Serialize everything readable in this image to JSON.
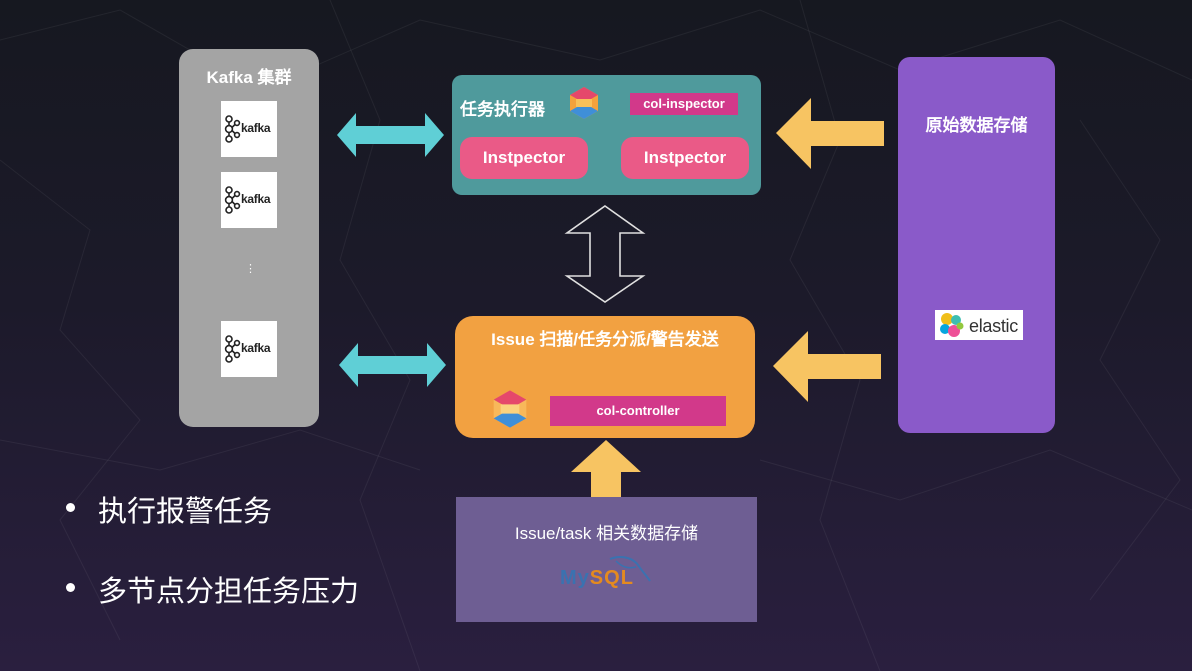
{
  "kafka_cluster": {
    "title": "Kafka 集群",
    "logo_text": "kafka",
    "ellipsis": "⋮"
  },
  "executor": {
    "title": "任务执行器",
    "tag": "col-inspector",
    "workers": [
      "Instpector",
      "Instpector"
    ]
  },
  "issue_service": {
    "title": "Issue 扫描/任务分派/警告发送",
    "tag": "col-controller"
  },
  "raw_storage": {
    "title": "原始数据存储",
    "logo_text": "elastic"
  },
  "issue_db": {
    "title": "Issue/task 相关数据存储",
    "logo_my": "My",
    "logo_sql": "SQL"
  },
  "bullets": [
    "执行报警任务",
    "多节点分担任务压力"
  ],
  "colors": {
    "kafka_panel": "#a4a4a4",
    "executor_panel": "#4f9a9c",
    "issue_panel": "#f2a141",
    "raw_panel": "#8a5ac9",
    "db_panel": "#6e5e93",
    "tag": "#d2398a",
    "pill": "#ea5a87",
    "cyan_arrow": "#5fcfd6",
    "yellow_arrow": "#f7c462"
  }
}
